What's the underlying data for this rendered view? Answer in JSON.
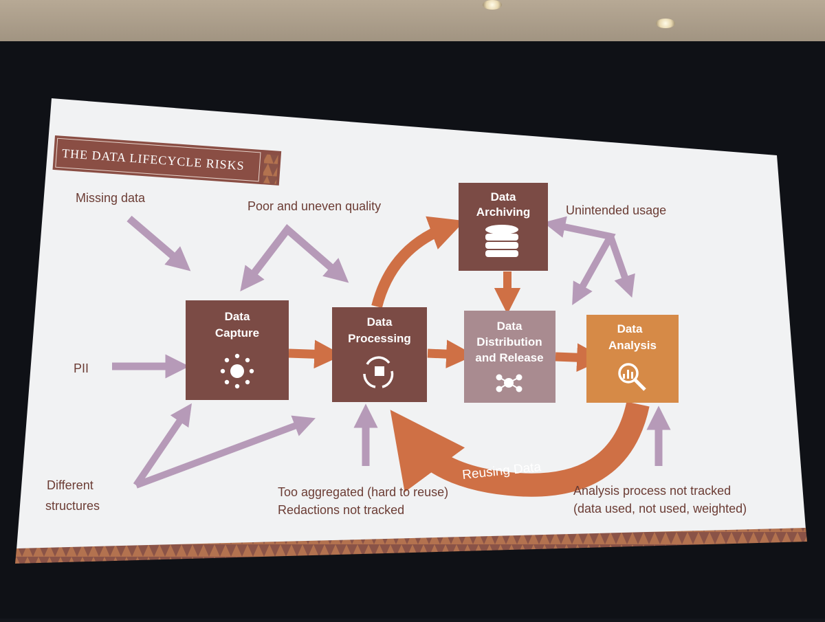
{
  "slide": {
    "title": "THE DATA LIFECYCLE RISKS"
  },
  "stages": {
    "capture": {
      "line1": "Data",
      "line2": "Capture",
      "icon": "hub-icon"
    },
    "processing": {
      "line1": "Data",
      "line2": "Processing",
      "icon": "cycle-icon"
    },
    "archiving": {
      "line1": "Data",
      "line2": "Archiving",
      "icon": "database-icon"
    },
    "distribution": {
      "line1": "Data",
      "line2": "Distribution",
      "line3": "and Release",
      "icon": "network-icon"
    },
    "analysis": {
      "line1": "Data",
      "line2": "Analysis",
      "icon": "magnifier-chart-icon"
    }
  },
  "risks": {
    "missing": "Missing data",
    "quality": "Poor and uneven quality",
    "unintended": "Unintended usage",
    "pii": "PII",
    "different_1": "Different",
    "different_2": "structures",
    "aggregated": "Too aggregated (hard to reuse)",
    "redactions": "Redactions not tracked",
    "analysis_1": "Analysis process not tracked",
    "analysis_2": "(data used, not used, weighted)"
  },
  "reuse_label": "Reusing Data",
  "colors": {
    "slide_bg": "#f1f2f3",
    "box_dark": "#7b4b45",
    "box_distribution": "#a98b90",
    "box_analysis": "#d68a47",
    "flow_arrow": "#cf7045",
    "risk_arrow": "#b69ab8",
    "note_text": "#6b3c34"
  }
}
